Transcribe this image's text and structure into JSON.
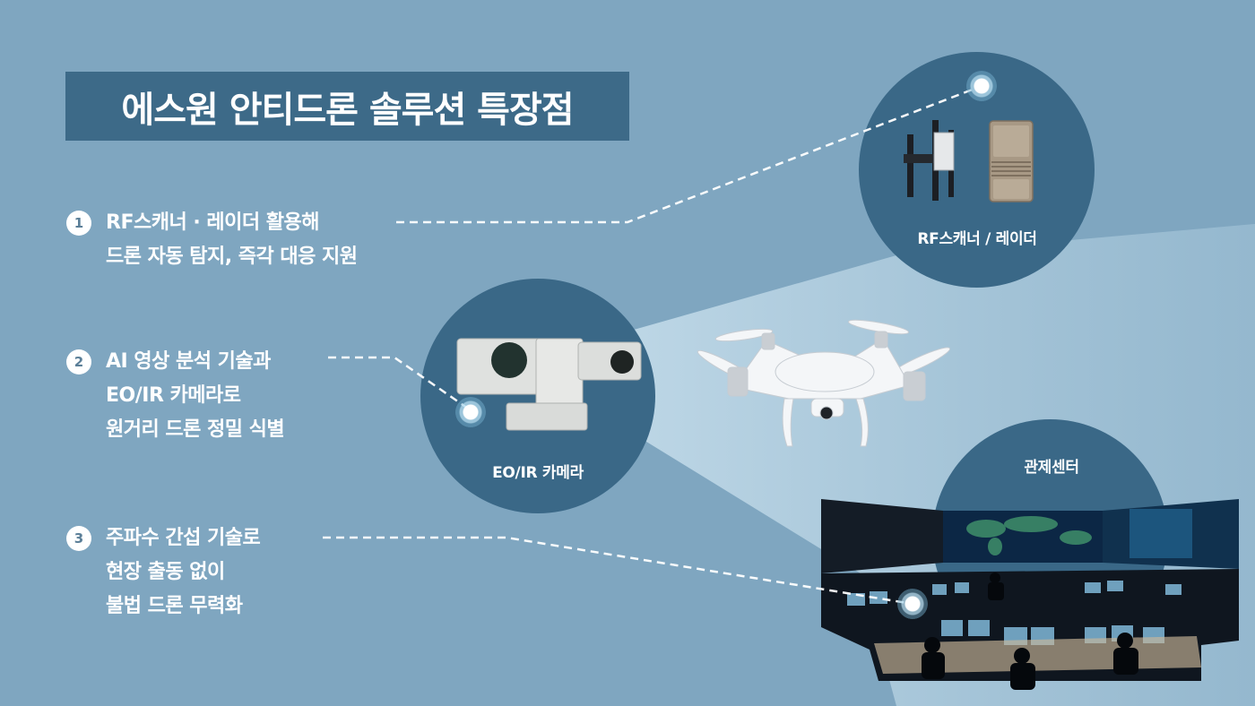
{
  "title": "에스원 안티드론 솔루션 특장점",
  "features": [
    {
      "number": "1",
      "lines": [
        "RF스캐너 · 레이더 활용해",
        "드론 자동 탐지, 즉각 대응 지원"
      ]
    },
    {
      "number": "2",
      "lines": [
        "AI 영상 분석 기술과",
        "EO/IR 카메라로",
        "원거리 드론 정밀 식별"
      ]
    },
    {
      "number": "3",
      "lines": [
        "주파수 간섭 기술로",
        "현장 출동 없이",
        "불법 드론 무력화"
      ]
    }
  ],
  "devices": {
    "rf_radar": {
      "label": "RF스캐너 / 레이더"
    },
    "eoir_camera": {
      "label": "EO/IR 카메라"
    },
    "control_center": {
      "label": "관제센터"
    }
  },
  "colors": {
    "background": "#7fa6c0",
    "title_box": "#3d6a88",
    "circle": "#3a6887",
    "beam": "#a9c9dc"
  }
}
